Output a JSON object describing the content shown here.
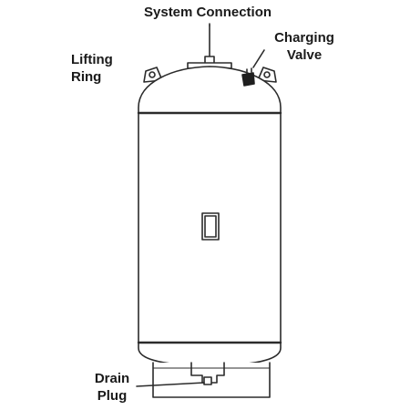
{
  "labels": {
    "system_connection": "System Connection",
    "charging_valve": [
      "Charging",
      "Valve"
    ],
    "lifting_ring": [
      "Lifting",
      "Ring"
    ],
    "drain_plug": [
      "Drain",
      "Plug"
    ]
  },
  "colors": {
    "stroke": "#2b2b2b",
    "text": "#1a1a1a",
    "valve_fill": "#1f1f1f",
    "background": "#ffffff"
  }
}
